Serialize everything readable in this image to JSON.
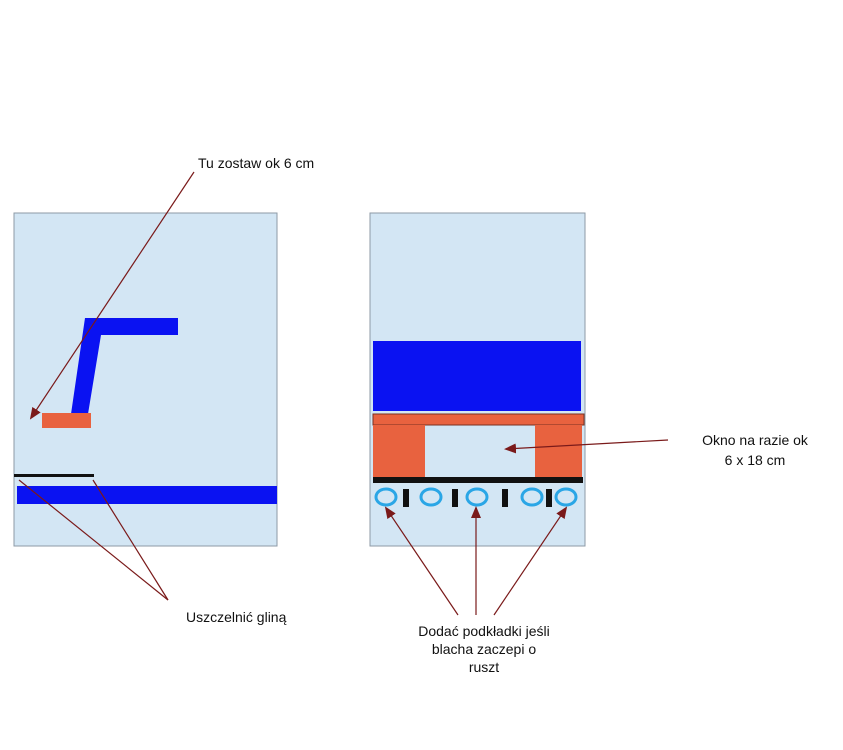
{
  "labels": {
    "tu_zostaw": "Tu zostaw ok 6 cm",
    "uszczelnic": "Uszczelnić gliną",
    "okno_line1": "Okno na razie ok",
    "okno_line2": "6 x 18 cm",
    "dodac_line1": "Dodać podkładki jeśli",
    "dodac_line2": "blacha zaczepi o",
    "dodac_line3": "ruszt"
  },
  "colors": {
    "panel_fill": "#d3e6f4",
    "panel_stroke": "#8c9aa6",
    "blue": "#0a12f2",
    "brick": "#e8623f",
    "dark_line": "#111111",
    "arrow": "#7a1a1a",
    "washer": "#2aa6e6",
    "grate": "#111111"
  }
}
